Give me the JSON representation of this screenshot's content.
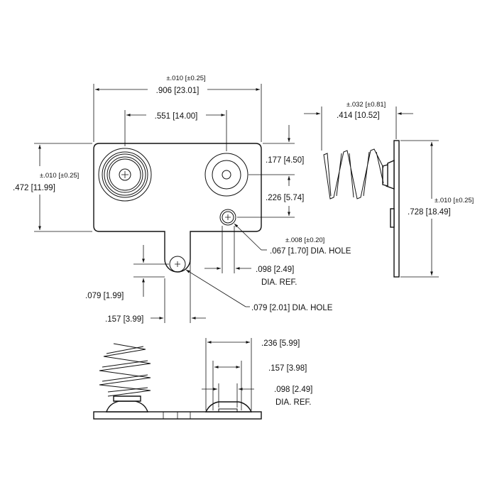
{
  "colors": {
    "ink": "#111111",
    "background": "#ffffff"
  },
  "dimensions": {
    "overall_width_tol": "±.010 [±0.25]",
    "overall_width": ".906 [23.01]",
    "contact_spacing": ".551 [14.00]",
    "height_tol": "±.010 [±0.25]",
    "height": ".472 [11.99]",
    "top_to_center": ".177 [4.50]",
    "center_to_hole": ".226 [5.74]",
    "hole_tol": "±.008 [±0.20]",
    "small_hole": ".067 [1.70] DIA. HOLE",
    "ref_dia": ".098 [2.49]",
    "ref_label": "DIA.  REF.",
    "tab_offset": ".079 [1.99]",
    "tab_width": ".157 [3.99]",
    "tab_hole": ".079 [2.01] DIA. HOLE",
    "spring_depth_tol": "±.032 [±0.81]",
    "spring_depth": ".414 [10.52]",
    "side_height_tol": "±.010 [±0.25]",
    "side_height": ".728 [18.49]",
    "bump_width": ".236 [5.99]",
    "bump_inner": ".157 [3.98]",
    "bump_ref_dia": ".098 [2.49]",
    "bump_ref_label": "DIA.  REF."
  },
  "icons": [
    "battery-contact-top-view",
    "spring-side-view",
    "contact-front-view"
  ]
}
